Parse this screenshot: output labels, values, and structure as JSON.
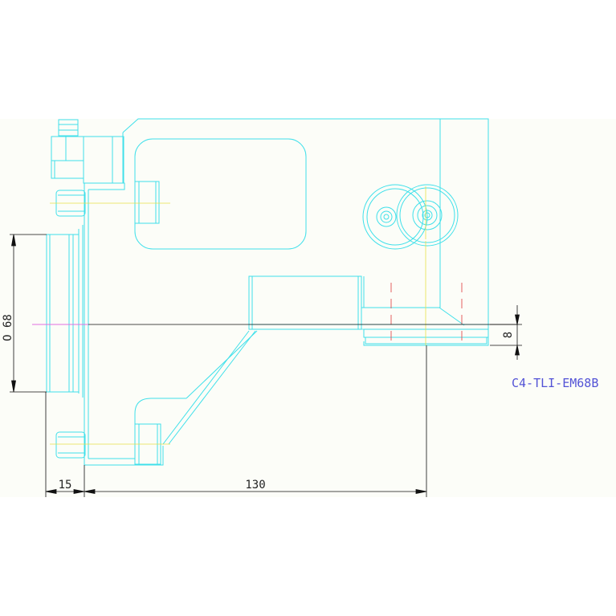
{
  "drawing": {
    "dimensions": {
      "diameter": "O 68",
      "thickness": "8",
      "left_offset": "15",
      "length": "130"
    },
    "part_code": "C4-TLI-EM68B",
    "colors": {
      "geometry": "#3fe0ea",
      "dimension": "#111111",
      "centerline": "#e8e04a",
      "hidden": "#e05050",
      "axis": "#e070e0",
      "label": "#5353d6",
      "background": "#fcfdf8"
    }
  }
}
